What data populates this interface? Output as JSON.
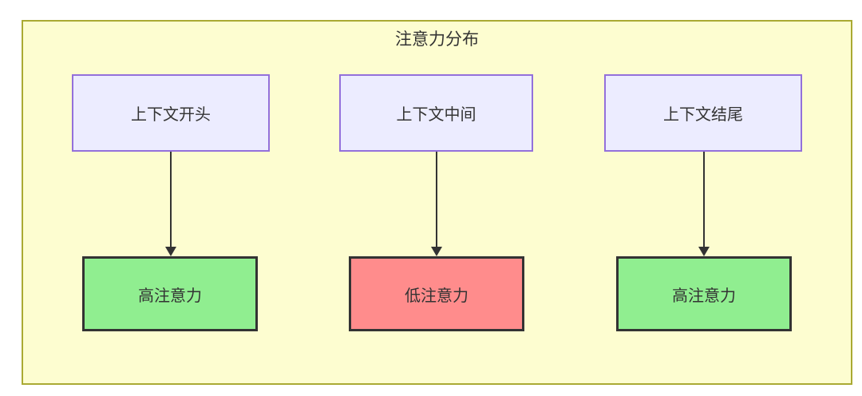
{
  "diagram": {
    "title": "注意力分布",
    "columns": [
      {
        "source": "上下文开头",
        "result": "高注意力",
        "result_type": "high"
      },
      {
        "source": "上下文中间",
        "result": "低注意力",
        "result_type": "low"
      },
      {
        "source": "上下文结尾",
        "result": "高注意力",
        "result_type": "high"
      }
    ]
  },
  "colors": {
    "container-bg": "#fdfdd0",
    "container-border": "#aaaa33",
    "source-node-bg": "#ececff",
    "source-node-border": "#9370db",
    "high-attention-bg": "#90ee90",
    "low-attention-bg": "#ff8c8c",
    "result-node-border": "#333333",
    "arrow": "#333333",
    "text": "#333333"
  }
}
